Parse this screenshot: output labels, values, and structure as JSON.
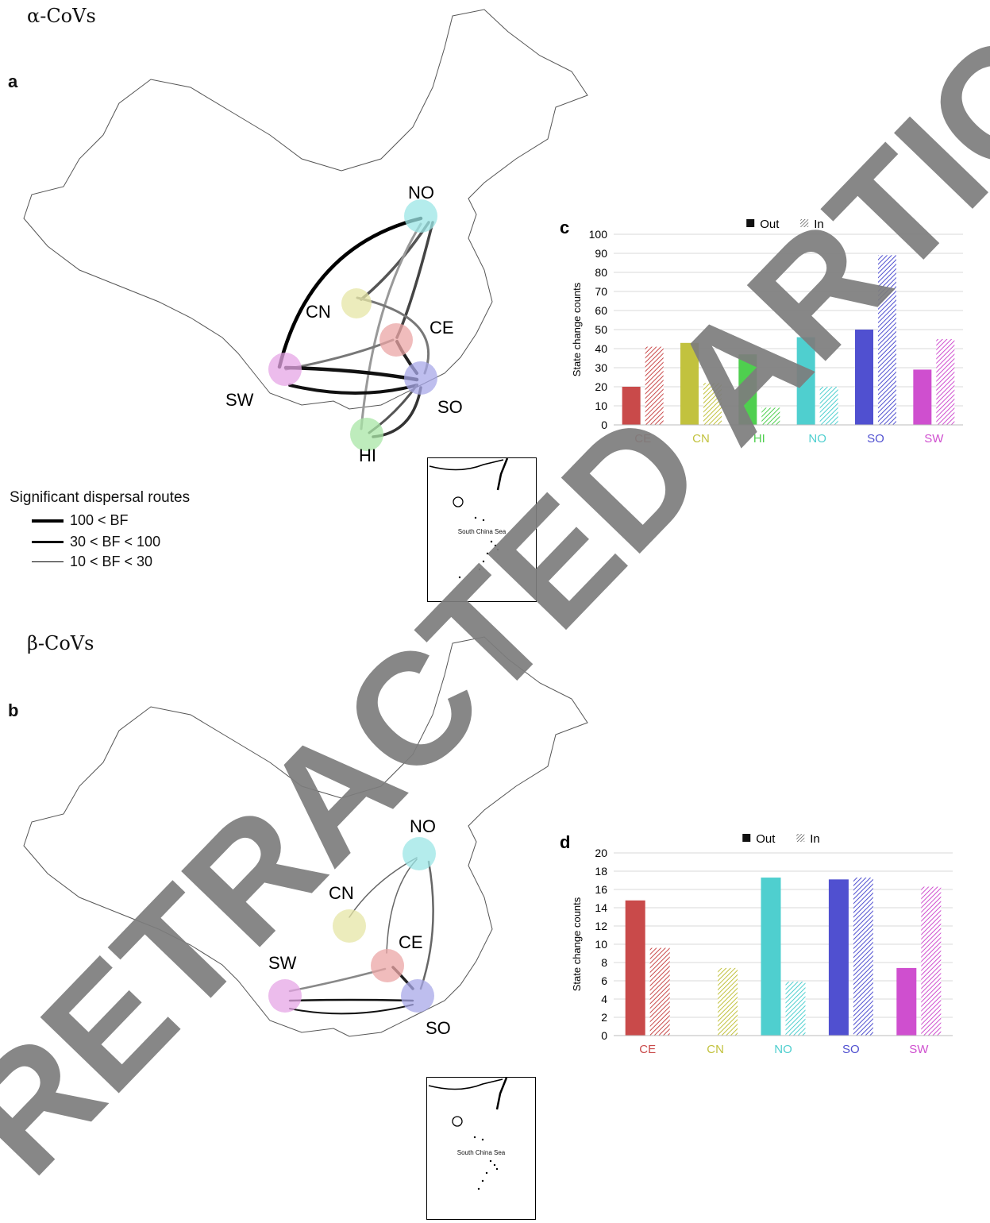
{
  "panels": [
    {
      "section_title": "α-CoVs",
      "letter": "a",
      "region_labels": [
        "NO",
        "CN",
        "CE",
        "SW",
        "SO",
        "HI"
      ],
      "region_colors": {
        "NO": "#9be6e6",
        "CN": "#e6e6a6",
        "CE": "#eba5a5",
        "SW": "#e6a5e6",
        "SO": "#a8a8e8",
        "HI": "#a8e6a6"
      },
      "inset_label": "South China Sea"
    },
    {
      "section_title": "β-CoVs",
      "letter": "b",
      "region_labels": [
        "NO",
        "CN",
        "CE",
        "SW",
        "SO"
      ],
      "region_colors": {
        "NO": "#9be6e6",
        "CN": "#e6e6a6",
        "CE": "#eba5a5",
        "SW": "#e6a5e6",
        "SO": "#a8a8e8"
      },
      "inset_label": "South China Sea"
    }
  ],
  "legend": {
    "title": "Significant dispersal routes",
    "items": [
      "100 < BF",
      "30 < BF < 100",
      "10 < BF < 30"
    ]
  },
  "watermark": "RETRACTED ARTICLE",
  "chart_data": [
    {
      "type": "bar",
      "panel": "c",
      "categories": [
        "CE",
        "CN",
        "HI",
        "NO",
        "SO",
        "SW"
      ],
      "category_colors": [
        "#c94a4a",
        "#c2c23e",
        "#4fcf4f",
        "#4fcfcf",
        "#5050d0",
        "#cf4fcf"
      ],
      "series": [
        {
          "name": "Out",
          "values": [
            20,
            43,
            37,
            46,
            50,
            29
          ]
        },
        {
          "name": "In",
          "values": [
            41,
            22,
            9,
            20,
            89,
            45
          ]
        }
      ],
      "ylabel": "State change counts",
      "ylim": [
        0,
        100
      ],
      "yticks": [
        0,
        10,
        20,
        30,
        40,
        50,
        60,
        70,
        80,
        90,
        100
      ],
      "grid": true,
      "legend_position": "top"
    },
    {
      "type": "bar",
      "panel": "d",
      "categories": [
        "CE",
        "CN",
        "NO",
        "SO",
        "SW"
      ],
      "category_colors": [
        "#c94a4a",
        "#c2c23e",
        "#4fcfcf",
        "#5050d0",
        "#cf4fcf"
      ],
      "series": [
        {
          "name": "Out",
          "values": [
            14.8,
            0,
            17.3,
            17.1,
            7.4
          ]
        },
        {
          "name": "In",
          "values": [
            9.6,
            7.4,
            5.9,
            17.3,
            16.3
          ]
        }
      ],
      "ylabel": "State change counts",
      "ylim": [
        0,
        20
      ],
      "yticks": [
        0,
        2,
        4,
        6,
        8,
        10,
        12,
        14,
        16,
        18,
        20
      ],
      "grid": true,
      "legend_position": "top"
    }
  ]
}
